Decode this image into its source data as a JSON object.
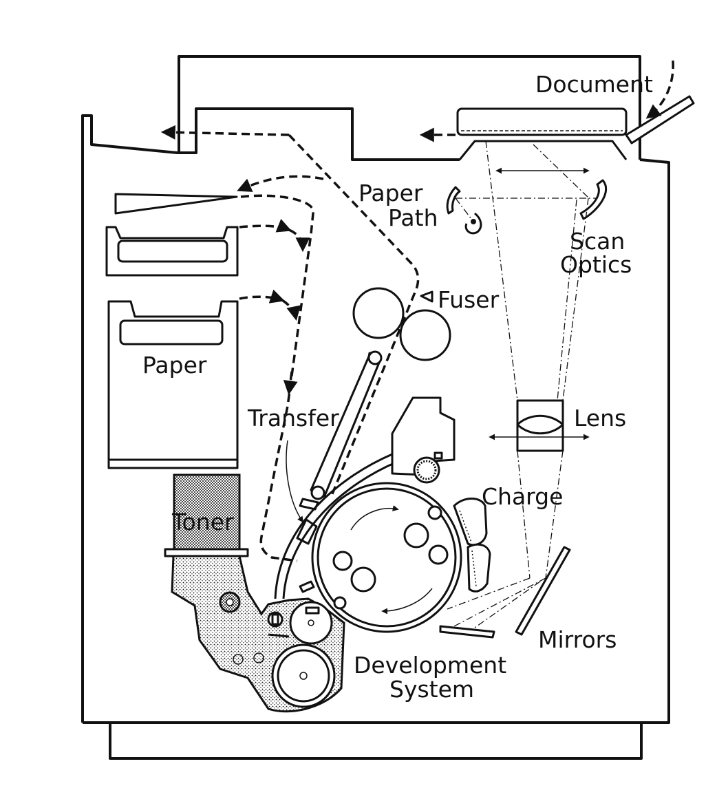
{
  "labels": {
    "document": "Document",
    "paper_path_line1": "Paper",
    "paper_path_line2": "Path",
    "scan_optics_line1": "Scan",
    "scan_optics_line2": "Optics",
    "fuser": "Fuser",
    "paper": "Paper",
    "transfer": "Transfer",
    "lens": "Lens",
    "charge": "Charge",
    "toner": "Toner",
    "mirrors": "Mirrors",
    "development_line1": "Development",
    "development_line2": "System"
  },
  "colors": {
    "line": "#111111",
    "background": "#ffffff"
  }
}
